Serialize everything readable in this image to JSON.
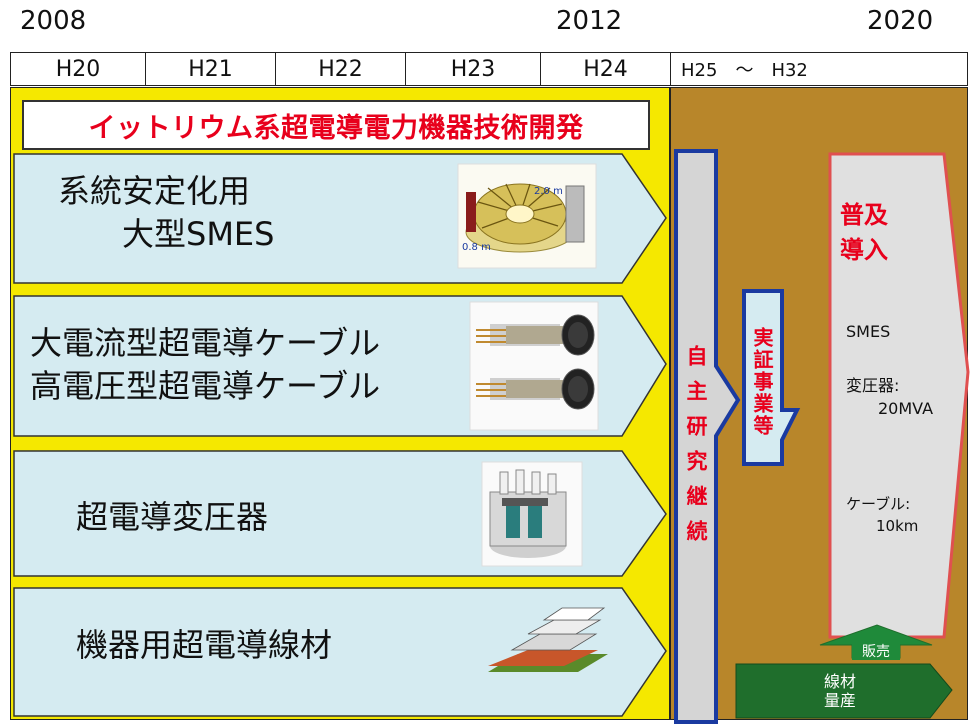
{
  "years": {
    "start": "2008",
    "mid": "2012",
    "end": "2020"
  },
  "header": [
    "H20",
    "H21",
    "H22",
    "H23",
    "H24",
    "H25　～　H32"
  ],
  "banner": "イットリウム系超電導電力機器技術開発",
  "tech": [
    {
      "label": "系統安定化用\n　　大型SMES",
      "image_dims": [
        "2.0 m",
        "0.8 m"
      ]
    },
    {
      "label": "大電流型超電導ケーブル\n高電圧型超電導ケーブル"
    },
    {
      "label": "超電導変圧器"
    },
    {
      "label": "機器用超電導線材"
    }
  ],
  "self_research": "自主研究継続",
  "demonstration": "実証事業等",
  "final": {
    "title": "普及\n導入",
    "smes": "SMES",
    "transformer": "変圧器:\n　　20MVA",
    "cable": "ケーブル:\n　　10km"
  },
  "sales": "販売",
  "wire_production": "線材\n量産",
  "colors": {
    "yellow": "#f5e800",
    "brown": "#b8862a",
    "light_blue": "#d5ebf1",
    "red": "#e8001c",
    "navy": "#1a3aa0",
    "green": "#1f6e2c"
  }
}
